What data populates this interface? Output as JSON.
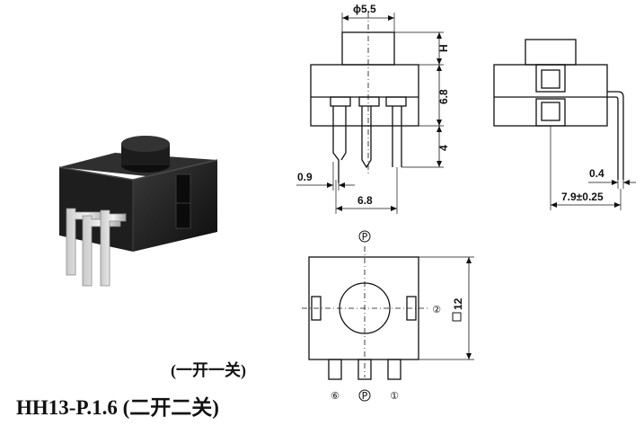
{
  "dimensions": {
    "button_diameter": "ϕ5.5",
    "button_height": "H",
    "body_height": "6.8",
    "pin_length": "4",
    "pin_width": "0.9",
    "pin_pitch": "6.8",
    "side_pin_thickness": "0.4",
    "side_pin_offset": "7.9±0.25",
    "body_square": "12"
  },
  "pin_labels": {
    "top": "P",
    "right": "②",
    "bottom_left": "⑥",
    "bottom_center": "P",
    "bottom_right": "①"
  },
  "caption": {
    "line1": "(一开一关)",
    "line2": "HH13-P.1.6 (二开二关)"
  }
}
